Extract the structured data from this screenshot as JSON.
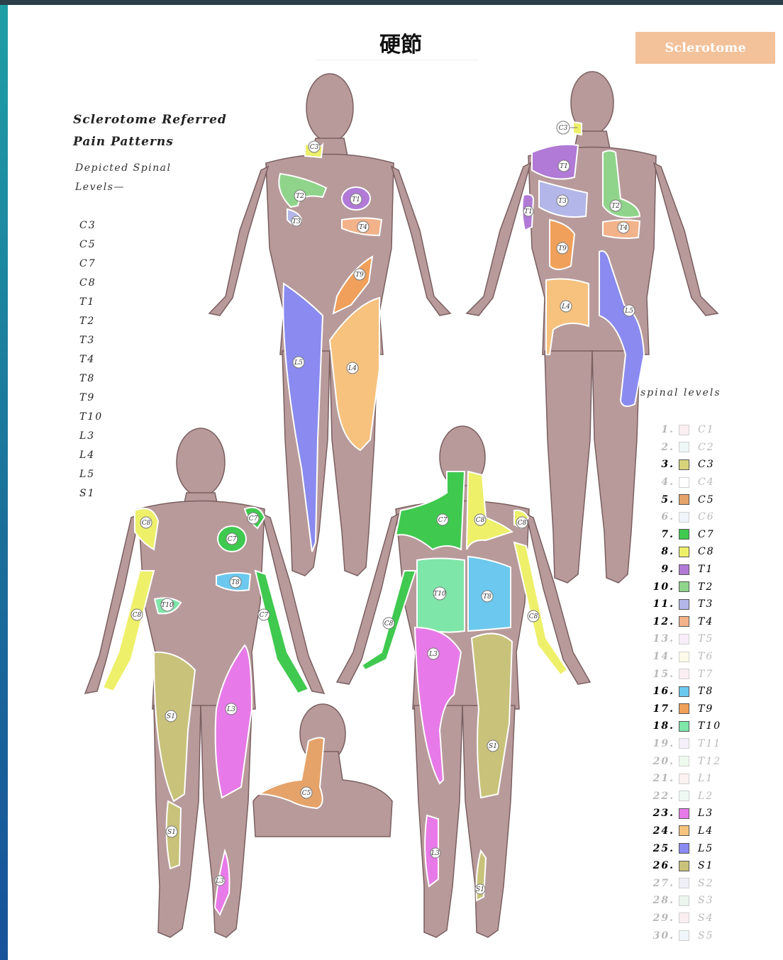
{
  "title": "硬節",
  "tag": "Sclerotome",
  "heading": [
    "Sclerotome Referred",
    "Pain Patterns"
  ],
  "subheading": [
    "Depicted Spinal",
    "Levels—"
  ],
  "depicted_levels": [
    "C3",
    "C5",
    "C7",
    "C8",
    "T1",
    "T2",
    "T3",
    "T4",
    "T8",
    "T9",
    "T10",
    "L3",
    "L4",
    "L5",
    "S1"
  ],
  "legend_title": "spinal levels",
  "legend": [
    {
      "num": "1.",
      "code": "C1",
      "color": "#f4c6d0",
      "active": false
    },
    {
      "num": "2.",
      "code": "C2",
      "color": "#bfe6e0",
      "active": false
    },
    {
      "num": "3.",
      "code": "C3",
      "color": "#d8d37a",
      "active": true
    },
    {
      "num": "4.",
      "code": "C4",
      "color": "#ffffff",
      "active": false
    },
    {
      "num": "5.",
      "code": "C5",
      "color": "#e5a36a",
      "active": true
    },
    {
      "num": "6.",
      "code": "C6",
      "color": "#c8d6f0",
      "active": false
    },
    {
      "num": "7.",
      "code": "C7",
      "color": "#3fc94f",
      "active": true
    },
    {
      "num": "8.",
      "code": "C8",
      "color": "#eef06a",
      "active": true
    },
    {
      "num": "9.",
      "code": "T1",
      "color": "#b07ad6",
      "active": true
    },
    {
      "num": "10.",
      "code": "T2",
      "color": "#8fd48a",
      "active": true
    },
    {
      "num": "11.",
      "code": "T3",
      "color": "#b3b6e8",
      "active": true
    },
    {
      "num": "12.",
      "code": "T4",
      "color": "#f2b28a",
      "active": true
    },
    {
      "num": "13.",
      "code": "T5",
      "color": "#e6c3ee",
      "active": false
    },
    {
      "num": "14.",
      "code": "T6",
      "color": "#f5f0b0",
      "active": false
    },
    {
      "num": "15.",
      "code": "T7",
      "color": "#f2c6d6",
      "active": false
    },
    {
      "num": "16.",
      "code": "T8",
      "color": "#6cc8ee",
      "active": true
    },
    {
      "num": "17.",
      "code": "T9",
      "color": "#f0a05a",
      "active": true
    },
    {
      "num": "18.",
      "code": "T10",
      "color": "#7ee6a8",
      "active": true
    },
    {
      "num": "19.",
      "code": "T11",
      "color": "#d8cdf2",
      "active": false
    },
    {
      "num": "20.",
      "code": "T12",
      "color": "#c4eec4",
      "active": false
    },
    {
      "num": "21.",
      "code": "L1",
      "color": "#f6d2d2",
      "active": false
    },
    {
      "num": "22.",
      "code": "L2",
      "color": "#c6ecd8",
      "active": false
    },
    {
      "num": "23.",
      "code": "L3",
      "color": "#e77ae8",
      "active": true
    },
    {
      "num": "24.",
      "code": "L4",
      "color": "#f6c27e",
      "active": true
    },
    {
      "num": "25.",
      "code": "L5",
      "color": "#8a8af0",
      "active": true
    },
    {
      "num": "26.",
      "code": "S1",
      "color": "#c9c27a",
      "active": true
    },
    {
      "num": "27.",
      "code": "S2",
      "color": "#c9cde6",
      "active": false
    },
    {
      "num": "28.",
      "code": "S3",
      "color": "#b9dcc6",
      "active": false
    },
    {
      "num": "29.",
      "code": "S4",
      "color": "#f2c6d0",
      "active": false
    },
    {
      "num": "30.",
      "code": "S5",
      "color": "#c9dde8",
      "active": false
    }
  ],
  "figures": {
    "front_upper": [
      "C3",
      "T2",
      "T3",
      "T1",
      "T4",
      "T9",
      "L5",
      "L4"
    ],
    "back_upper": [
      "C3",
      "T1",
      "T2",
      "T3",
      "T1",
      "T4",
      "T9",
      "L4",
      "L5"
    ],
    "front_lower": [
      "C8",
      "C7",
      "C7",
      "T8",
      "T10",
      "C8",
      "C7",
      "S1",
      "L3",
      "S1",
      "L3"
    ],
    "back_lower": [
      "C7",
      "C8",
      "C8",
      "T10",
      "T8",
      "C8",
      "C8",
      "L3",
      "S1",
      "L3",
      "S1"
    ],
    "neck": [
      "C5"
    ]
  },
  "colors": {
    "skin": "#b89a9a",
    "skin_line": "#7a5f60",
    "page": "#ffffff",
    "border_gradient_top": "#1f9fa6",
    "border_gradient_bottom": "#17529a"
  }
}
